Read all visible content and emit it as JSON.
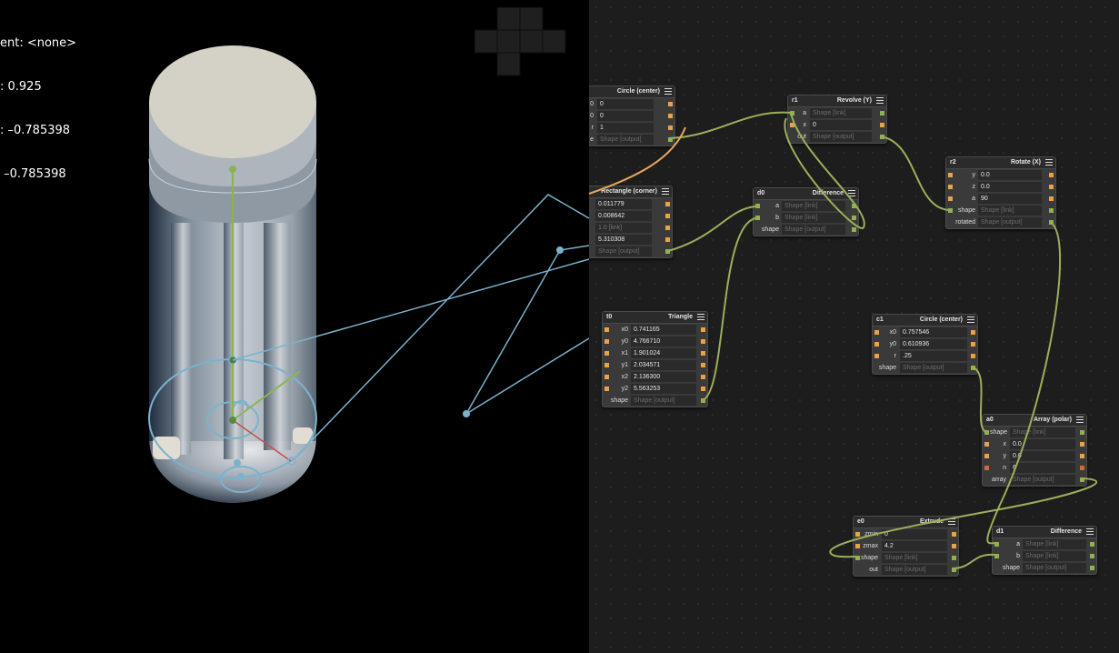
{
  "viewport": {
    "info_lines": [
      "ent: <none>",
      ": 0.925",
      ": –0.785398",
      " –0.785398"
    ],
    "colors": {
      "body": "#a9b3bd",
      "cap": "#d4d2c7",
      "gizmo": "#7ab3cc",
      "axis_green": "#8fb24f",
      "axis_red": "#c8504a"
    }
  },
  "graph": {
    "colors": {
      "wire_shape": "#9ab05a",
      "wire_orange": "#e8a65a",
      "port_float": "#e9a24a",
      "port_shape": "#8fb24f",
      "node_bg": "#3a3a3a"
    },
    "nodes": [
      {
        "id": "node-circle-left",
        "name": "",
        "title": "Circle (center)",
        "rows": [
          {
            "label": "0",
            "value": "0"
          },
          {
            "label": "0",
            "value": "0"
          },
          {
            "label": "r",
            "value": "1"
          },
          {
            "label": "e",
            "value": "Shape [output]"
          }
        ]
      },
      {
        "id": "node-rectangle",
        "name": "",
        "title": "Rectangle (corner)",
        "rows": [
          {
            "label": "",
            "value": "0.011779"
          },
          {
            "label": "",
            "value": "0.008642"
          },
          {
            "label": "",
            "value": "1.0 [link]"
          },
          {
            "label": "",
            "value": "5.310308"
          },
          {
            "label": "",
            "value": "Shape [output]"
          }
        ]
      },
      {
        "id": "node-r1",
        "name": "r1",
        "title": "Revolve (Y)",
        "rows": [
          {
            "label": "a",
            "value": "Shape [link]"
          },
          {
            "label": "x",
            "value": "0"
          },
          {
            "label": "out",
            "value": "Shape [output]"
          }
        ]
      },
      {
        "id": "node-d0",
        "name": "d0",
        "title": "Difference",
        "rows": [
          {
            "label": "a",
            "value": "Shape [link]"
          },
          {
            "label": "b",
            "value": "Shape [link]"
          },
          {
            "label": "shape",
            "value": "Shape [output]"
          }
        ]
      },
      {
        "id": "node-r2",
        "name": "r2",
        "title": "Rotate (X)",
        "rows": [
          {
            "label": "y",
            "value": "0.0"
          },
          {
            "label": "z",
            "value": "0.0"
          },
          {
            "label": "a",
            "value": "90"
          },
          {
            "label": "shape",
            "value": "Shape [link]"
          },
          {
            "label": "rotated",
            "value": "Shape [output]"
          }
        ]
      },
      {
        "id": "node-t0",
        "name": "t0",
        "title": "Triangle",
        "rows": [
          {
            "label": "x0",
            "value": "0.741165"
          },
          {
            "label": "y0",
            "value": "4.766710"
          },
          {
            "label": "x1",
            "value": "1.901024"
          },
          {
            "label": "y1",
            "value": "2.034571"
          },
          {
            "label": "x2",
            "value": "2.136300"
          },
          {
            "label": "y2",
            "value": "5.563253"
          },
          {
            "label": "shape",
            "value": "Shape [output]"
          }
        ]
      },
      {
        "id": "node-c1",
        "name": "c1",
        "title": "Circle (center)",
        "rows": [
          {
            "label": "x0",
            "value": "0.757546"
          },
          {
            "label": "y0",
            "value": "0.610936"
          },
          {
            "label": "r",
            "value": ".25"
          },
          {
            "label": "shape",
            "value": "Shape [output]"
          }
        ]
      },
      {
        "id": "node-a0",
        "name": "a0",
        "title": "Array (polar)",
        "rows": [
          {
            "label": "shape",
            "value": "Shape [link]"
          },
          {
            "label": "x",
            "value": "0.0"
          },
          {
            "label": "y",
            "value": "0.0"
          },
          {
            "label": "n",
            "value": "6"
          },
          {
            "label": "array",
            "value": "Shape [output]"
          }
        ]
      },
      {
        "id": "node-e0",
        "name": "e0",
        "title": "Extrude",
        "rows": [
          {
            "label": "zmin",
            "value": "0"
          },
          {
            "label": "zmax",
            "value": "4.2"
          },
          {
            "label": "shape",
            "value": "Shape [link]"
          },
          {
            "label": "out",
            "value": "Shape [output]"
          }
        ]
      },
      {
        "id": "node-d1",
        "name": "d1",
        "title": "Difference",
        "rows": [
          {
            "label": "a",
            "value": "Shape [link]"
          },
          {
            "label": "b",
            "value": "Shape [link]"
          },
          {
            "label": "shape",
            "value": "Shape [output]"
          }
        ]
      }
    ]
  }
}
